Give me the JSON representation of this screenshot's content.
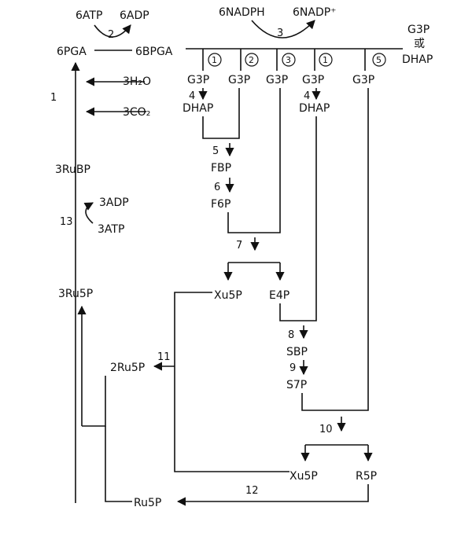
{
  "colors": {
    "ink": "#111111",
    "background": "#ffffff"
  },
  "labels": {
    "atp6": "6ATP",
    "adp6": "6ADP",
    "step2": "2",
    "nadph6": "6NADPH",
    "nadp6": "6NADP⁺",
    "step3": "3",
    "g3p_top": "G3P",
    "or_char": "或",
    "dhap_top": "DHAP",
    "pga6": "6PGA",
    "bpga6": "6BPGA",
    "circ1a": "1",
    "circ2": "2",
    "circ3": "3",
    "circ1b": "1",
    "circ5": "5",
    "g3p_a": "G3P",
    "g3p_b": "G3P",
    "g3p_c": "G3P",
    "g3p_d": "G3P",
    "g3p_e": "G3P",
    "h2o3": "3H₂O",
    "co2_3": "3CO₂",
    "step1": "1",
    "step4a": "4",
    "dhap_a": "DHAP",
    "step4b": "4",
    "dhap_b": "DHAP",
    "step5": "5",
    "fbp": "FBP",
    "step6": "6",
    "f6p": "F6P",
    "rubp3": "3RuBP",
    "adp3": "3ADP",
    "atp3": "3ATP",
    "step13": "13",
    "step7": "7",
    "ru5p3": "3Ru5P",
    "xu5p_a": "Xu5P",
    "e4p": "E4P",
    "step8": "8",
    "sbp": "SBP",
    "step9": "9",
    "s7p": "S7P",
    "step11": "11",
    "ru5p2": "2Ru5P",
    "step10": "10",
    "xu5p_b": "Xu5P",
    "r5p": "R5P",
    "step12": "12",
    "ru5p": "Ru5P"
  }
}
